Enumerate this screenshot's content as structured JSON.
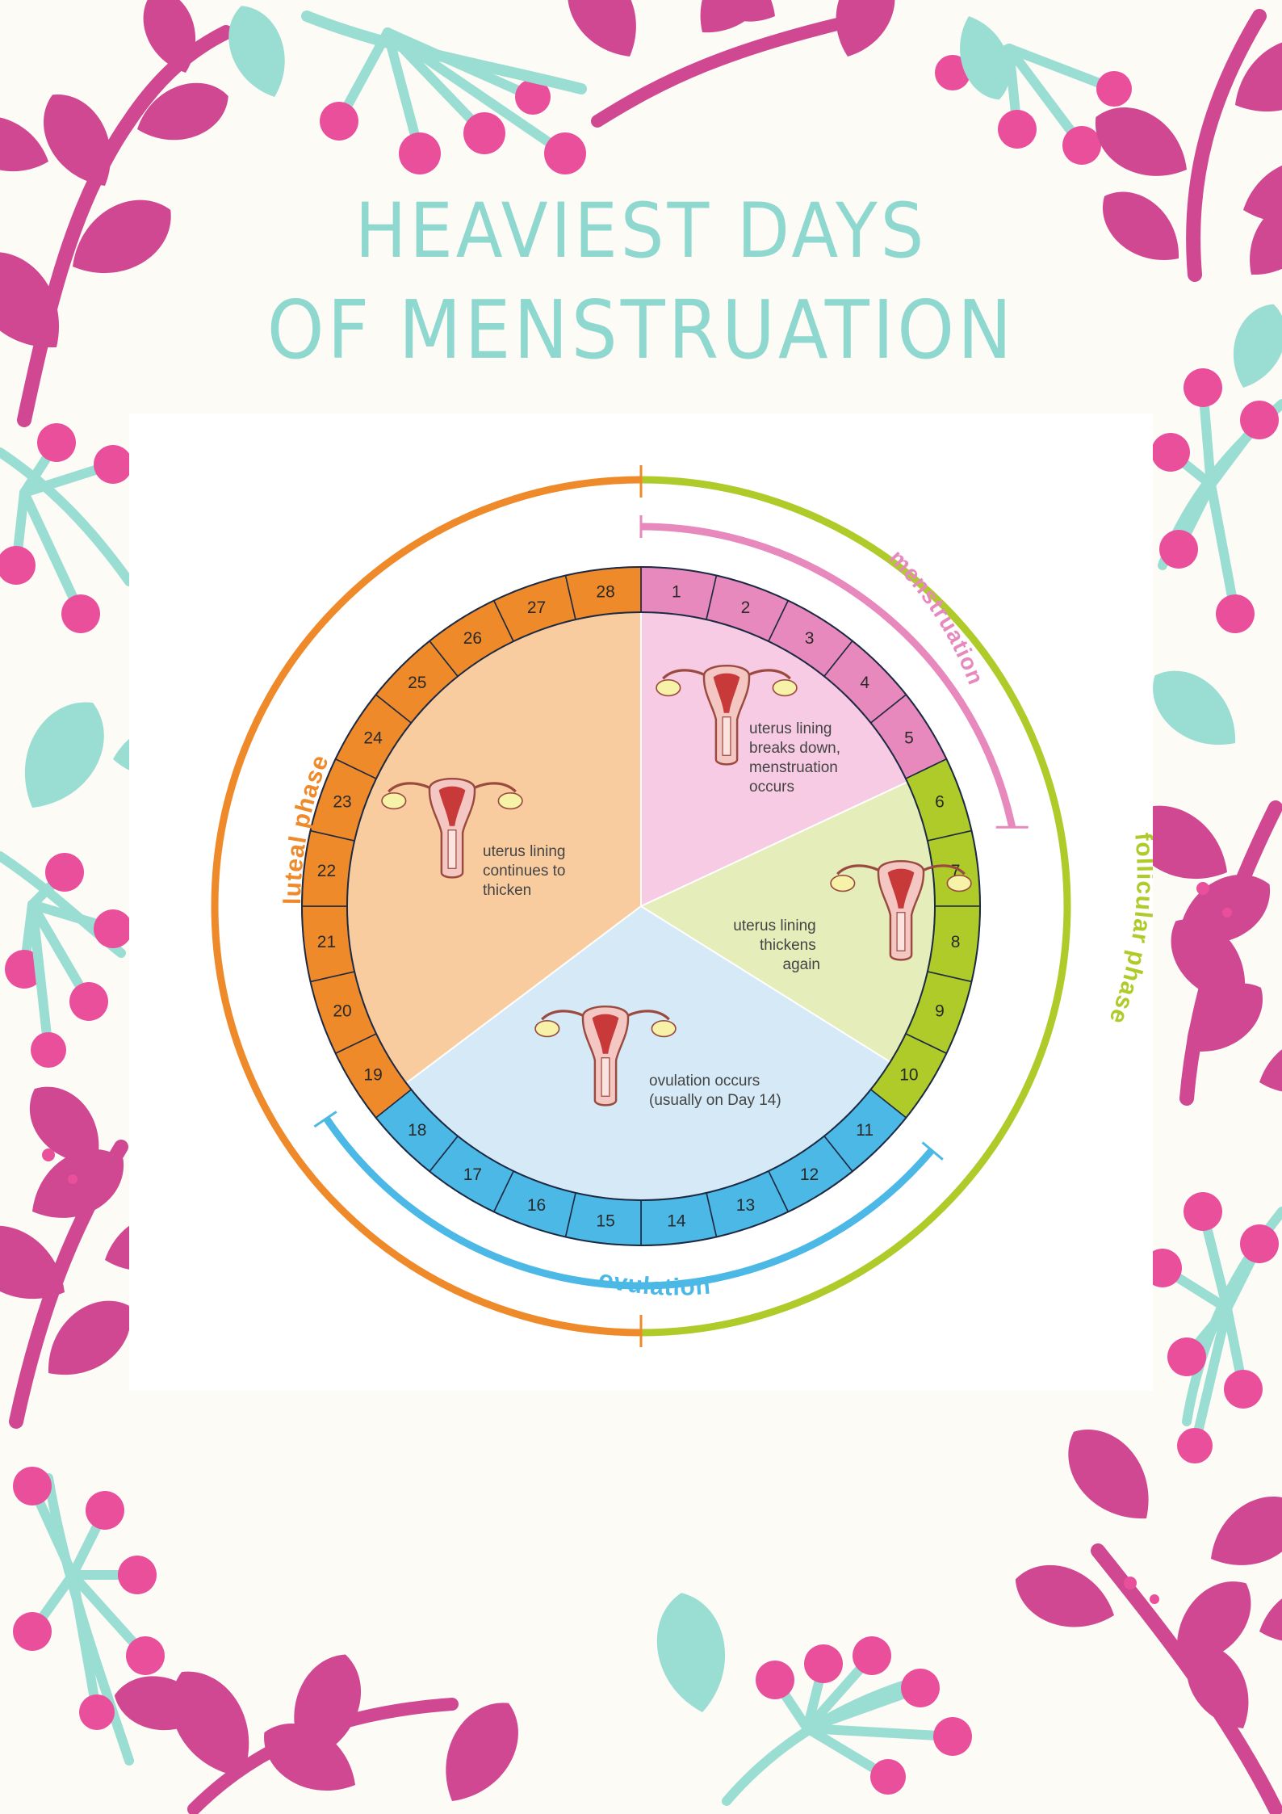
{
  "title": {
    "line1": "HEAVIEST DAYS",
    "line2": "OF MENSTRUATION"
  },
  "colors": {
    "background": "#fcfbf5",
    "title": "#8fd8cf",
    "magenta": "#d04892",
    "pink_berry": "#ea4f9c",
    "teal": "#99ddd3",
    "luteal": "#ef8a2a",
    "luteal_fill": "#f9cca0",
    "follicular": "#aecb2a",
    "follicular_fill": "#e5eeba",
    "menstruation": "#e889bd",
    "menstruation_fill": "#f7cbe4",
    "ovulation": "#4bb8e6",
    "ovulation_fill": "#d5eaf6"
  },
  "diagram": {
    "days": [
      "1",
      "2",
      "3",
      "4",
      "5",
      "6",
      "7",
      "8",
      "9",
      "10",
      "11",
      "12",
      "13",
      "14",
      "15",
      "16",
      "17",
      "18",
      "19",
      "20",
      "21",
      "22",
      "23",
      "24",
      "25",
      "26",
      "27",
      "28"
    ],
    "arcs": {
      "luteal": "luteal phase",
      "follicular": "follicular phase",
      "menstruation": "menstruation",
      "ovulation": "ovulation"
    },
    "sectors": {
      "menstruation": [
        "uterus lining",
        "breaks down,",
        "menstruation",
        "occurs"
      ],
      "follicular": [
        "uterus lining",
        "thickens",
        "again"
      ],
      "ovulation": [
        "ovulation occurs",
        "(usually on Day 14)"
      ],
      "luteal": [
        "uterus lining",
        "continues to",
        "thicken"
      ]
    }
  }
}
